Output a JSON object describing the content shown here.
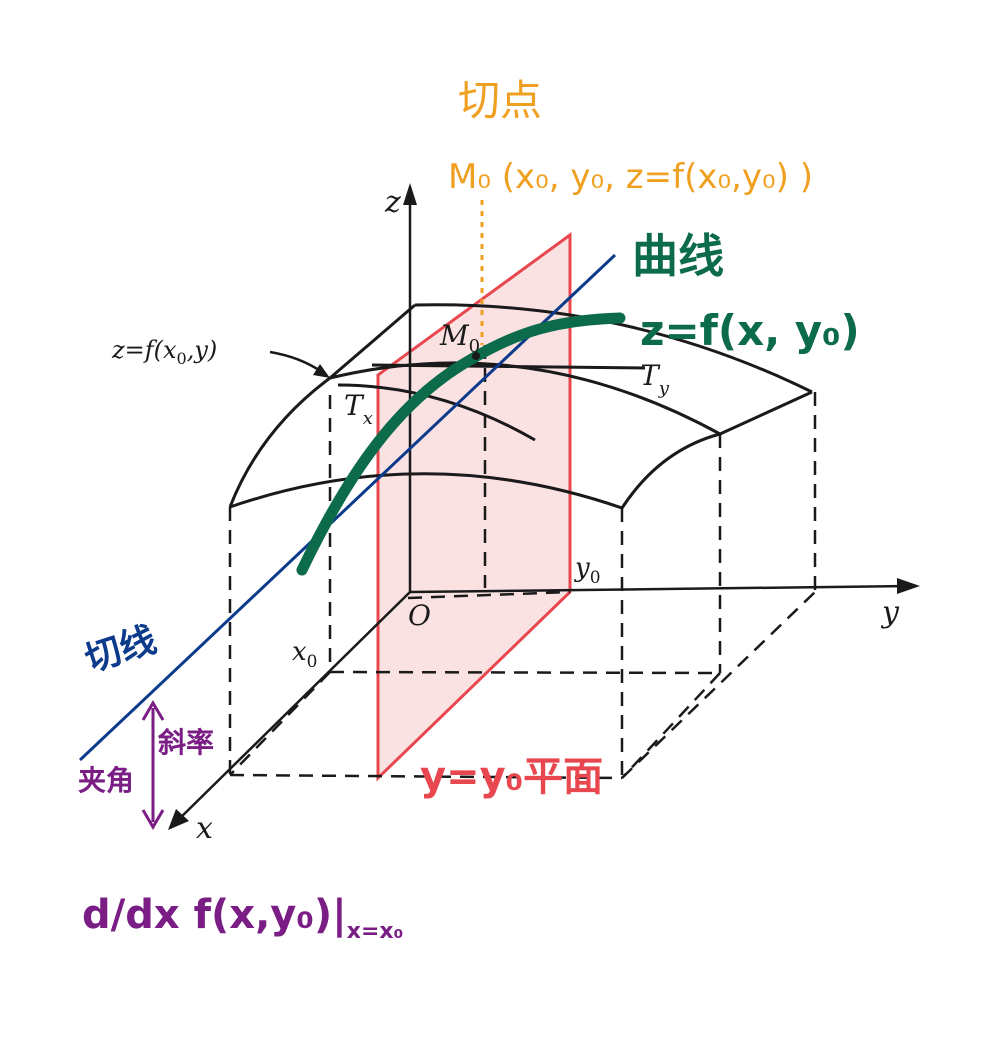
{
  "labels": {
    "axis_z": "z",
    "axis_y": "y",
    "axis_x": "x",
    "origin": "O",
    "x0": "x",
    "x0_sub": "0",
    "y0": "y",
    "y0_sub": "0",
    "M0": "M",
    "M0_sub": "0",
    "Tx": "T",
    "Tx_sub": "x",
    "Ty": "T",
    "Ty_sub": "y",
    "curve_eq_text": "z=f(x",
    "curve_eq_sub": "0",
    "curve_eq_tail": ",y)"
  },
  "annotations": {
    "tangent_point_title": "切点",
    "tangent_point_coords": "M₀ (x₀, y₀, z=f(x₀,y₀) )",
    "curve_title": "曲线",
    "curve_eq": "z=f(x, y₀)",
    "tangent_line": "切线",
    "plane": "y=y₀平面",
    "angle_label": "夹角",
    "slope_label": "斜率",
    "derivative": "d/dx f(x,y₀)|",
    "derivative_sub": "x=x₀"
  },
  "colors": {
    "ink": "#1a1a1a",
    "orange": "#f0a020",
    "green": "#0c6b4a",
    "blue": "#0d3b8c",
    "red": "#e8474f",
    "plane_fill": "#f9d8d8",
    "purple": "#7a1e86"
  }
}
